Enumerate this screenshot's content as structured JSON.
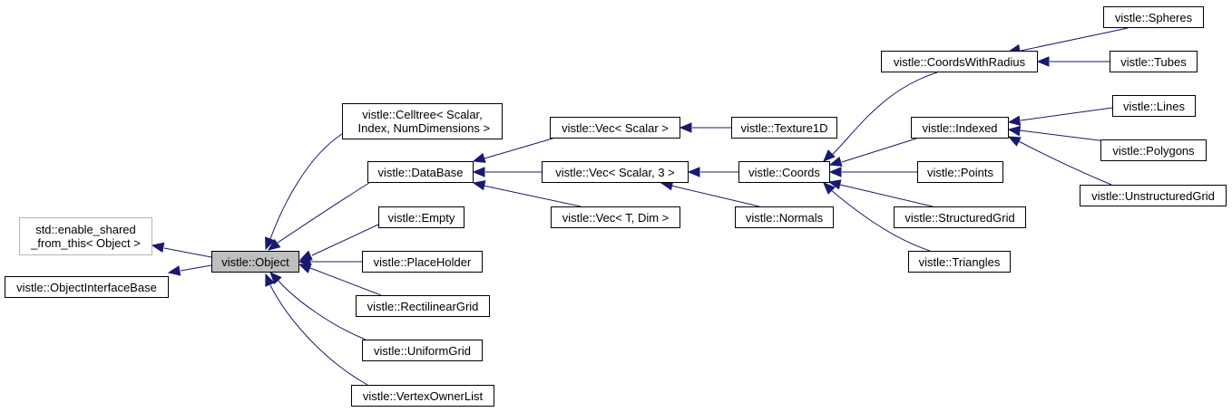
{
  "diagram": {
    "colors": {
      "edge": "#191970",
      "node_border": "#000000",
      "external_border": "#b4b4b4",
      "current_fill": "#bfbfbf"
    },
    "nodes": {
      "enable_shared": "std::enable_shared\n_from_this< Object >",
      "object_interface_base": "vistle::ObjectInterfaceBase",
      "object": "vistle::Object",
      "celltree": "vistle::Celltree< Scalar,\n Index, NumDimensions >",
      "database": "vistle::DataBase",
      "empty": "vistle::Empty",
      "placeholder": "vistle::PlaceHolder",
      "rectilinear_grid": "vistle::RectilinearGrid",
      "uniform_grid": "vistle::UniformGrid",
      "vertex_owner_list": "vistle::VertexOwnerList",
      "vec_scalar": "vistle::Vec< Scalar >",
      "vec_scalar3": "vistle::Vec< Scalar, 3 >",
      "vec_tdim": "vistle::Vec< T, Dim >",
      "texture1d": "vistle::Texture1D",
      "coords": "vistle::Coords",
      "normals": "vistle::Normals",
      "coords_with_radius": "vistle::CoordsWithRadius",
      "indexed": "vistle::Indexed",
      "points": "vistle::Points",
      "structured_grid": "vistle::StructuredGrid",
      "triangles": "vistle::Triangles",
      "spheres": "vistle::Spheres",
      "tubes": "vistle::Tubes",
      "lines": "vistle::Lines",
      "polygons": "vistle::Polygons",
      "unstructured_grid": "vistle::UnstructuredGrid"
    }
  }
}
